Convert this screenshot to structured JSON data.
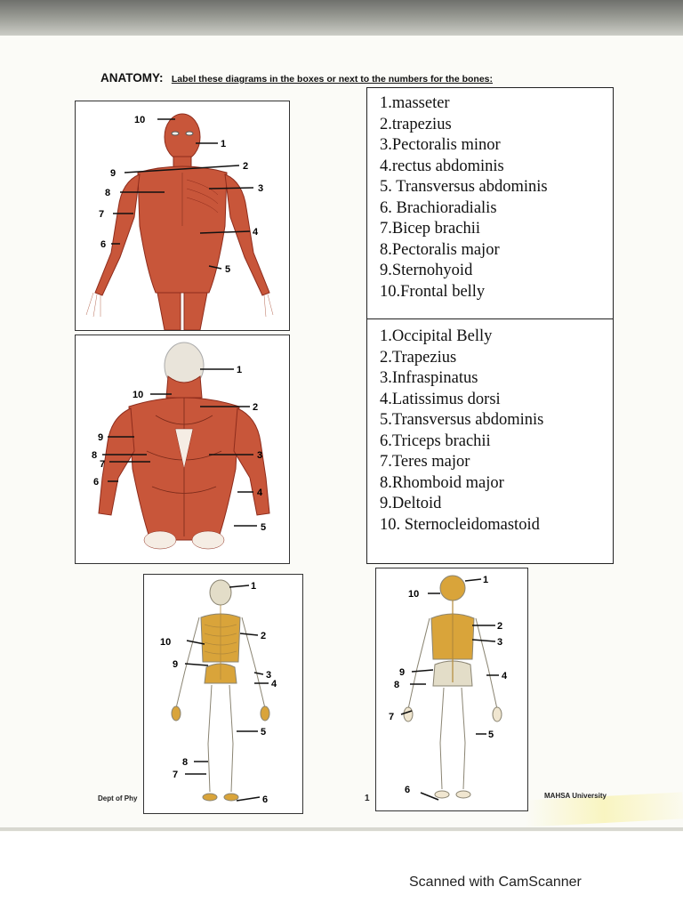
{
  "header": {
    "title": "ANATOMY:",
    "instruction": "Label these diagrams in the boxes or next to the numbers for the bones:"
  },
  "diagrams": [
    {
      "name": "anterior-muscles",
      "icon": "muscle-front-figure",
      "markers": [
        "10",
        "1",
        "2",
        "9",
        "8",
        "3",
        "7",
        "4",
        "6",
        "5"
      ]
    },
    {
      "name": "posterior-muscles",
      "icon": "muscle-back-figure",
      "markers": [
        "1",
        "10",
        "2",
        "9",
        "8",
        "7",
        "3",
        "6",
        "4",
        "5"
      ]
    },
    {
      "name": "anterior-skeleton",
      "icon": "skeleton-front-figure",
      "markers": [
        "1",
        "2",
        "10",
        "9",
        "3",
        "4",
        "5",
        "8",
        "7",
        "6"
      ]
    },
    {
      "name": "posterior-skeleton",
      "icon": "skeleton-back-figure",
      "markers": [
        "10",
        "1",
        "2",
        "3",
        "9",
        "8",
        "4",
        "7",
        "5",
        "6"
      ]
    }
  ],
  "answers_front": [
    "1.masseter",
    "2.trapezius",
    "3.Pectoralis minor",
    "4.rectus abdominis",
    "5. Transversus abdominis",
    "6. Brachioradialis",
    "7.Bicep brachii",
    "8.Pectoralis major",
    "9.Sternohyoid",
    "10.Frontal belly"
  ],
  "answers_back": [
    "1.Occipital Belly",
    "2.Trapezius",
    "3.Infraspinatus",
    "4.Latissimus dorsi",
    "5.Transversus abdominis",
    "6.Triceps brachii",
    "7.Teres major",
    "8.Rhomboid major",
    "9.Deltoid",
    "10. Sternocleidomastoid"
  ],
  "footer": {
    "left": "Dept of Phy",
    "page": "1",
    "right": "MAHSA University"
  },
  "watermark": "Scanned with CamScanner",
  "colors": {
    "muscle": "#c8563a",
    "muscle_dark": "#8e2c1c",
    "bone": "#e3ddc8",
    "bone_gold": "#d9a43a",
    "paper": "#fbfbf7"
  }
}
